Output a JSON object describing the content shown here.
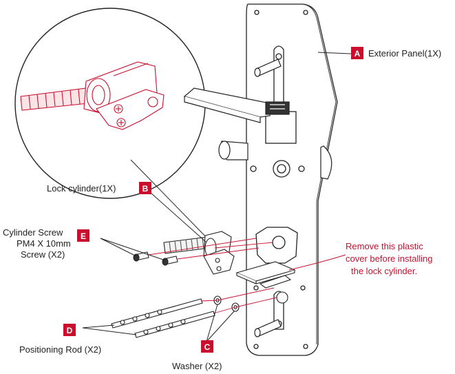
{
  "colors": {
    "accent": "#c8102e",
    "ink": "#222222"
  },
  "callouts": {
    "a": {
      "badge": "A",
      "label": "Exterior Panel(1X)"
    },
    "b": {
      "badge": "B",
      "label": "Lock cylinder(1X)"
    },
    "e": {
      "badge": "E",
      "label_line1": "Cylinder Screw",
      "label_line2": "PM4 X 10mm",
      "label_line3": "Screw (X2)"
    },
    "d": {
      "badge": "D",
      "label": "Positioning Rod (X2)"
    },
    "c": {
      "badge": "C",
      "label": "Washer (X2)"
    }
  },
  "note": {
    "line1": "Remove this plastic",
    "line2": "cover before installing",
    "line3": "the lock cylinder."
  }
}
